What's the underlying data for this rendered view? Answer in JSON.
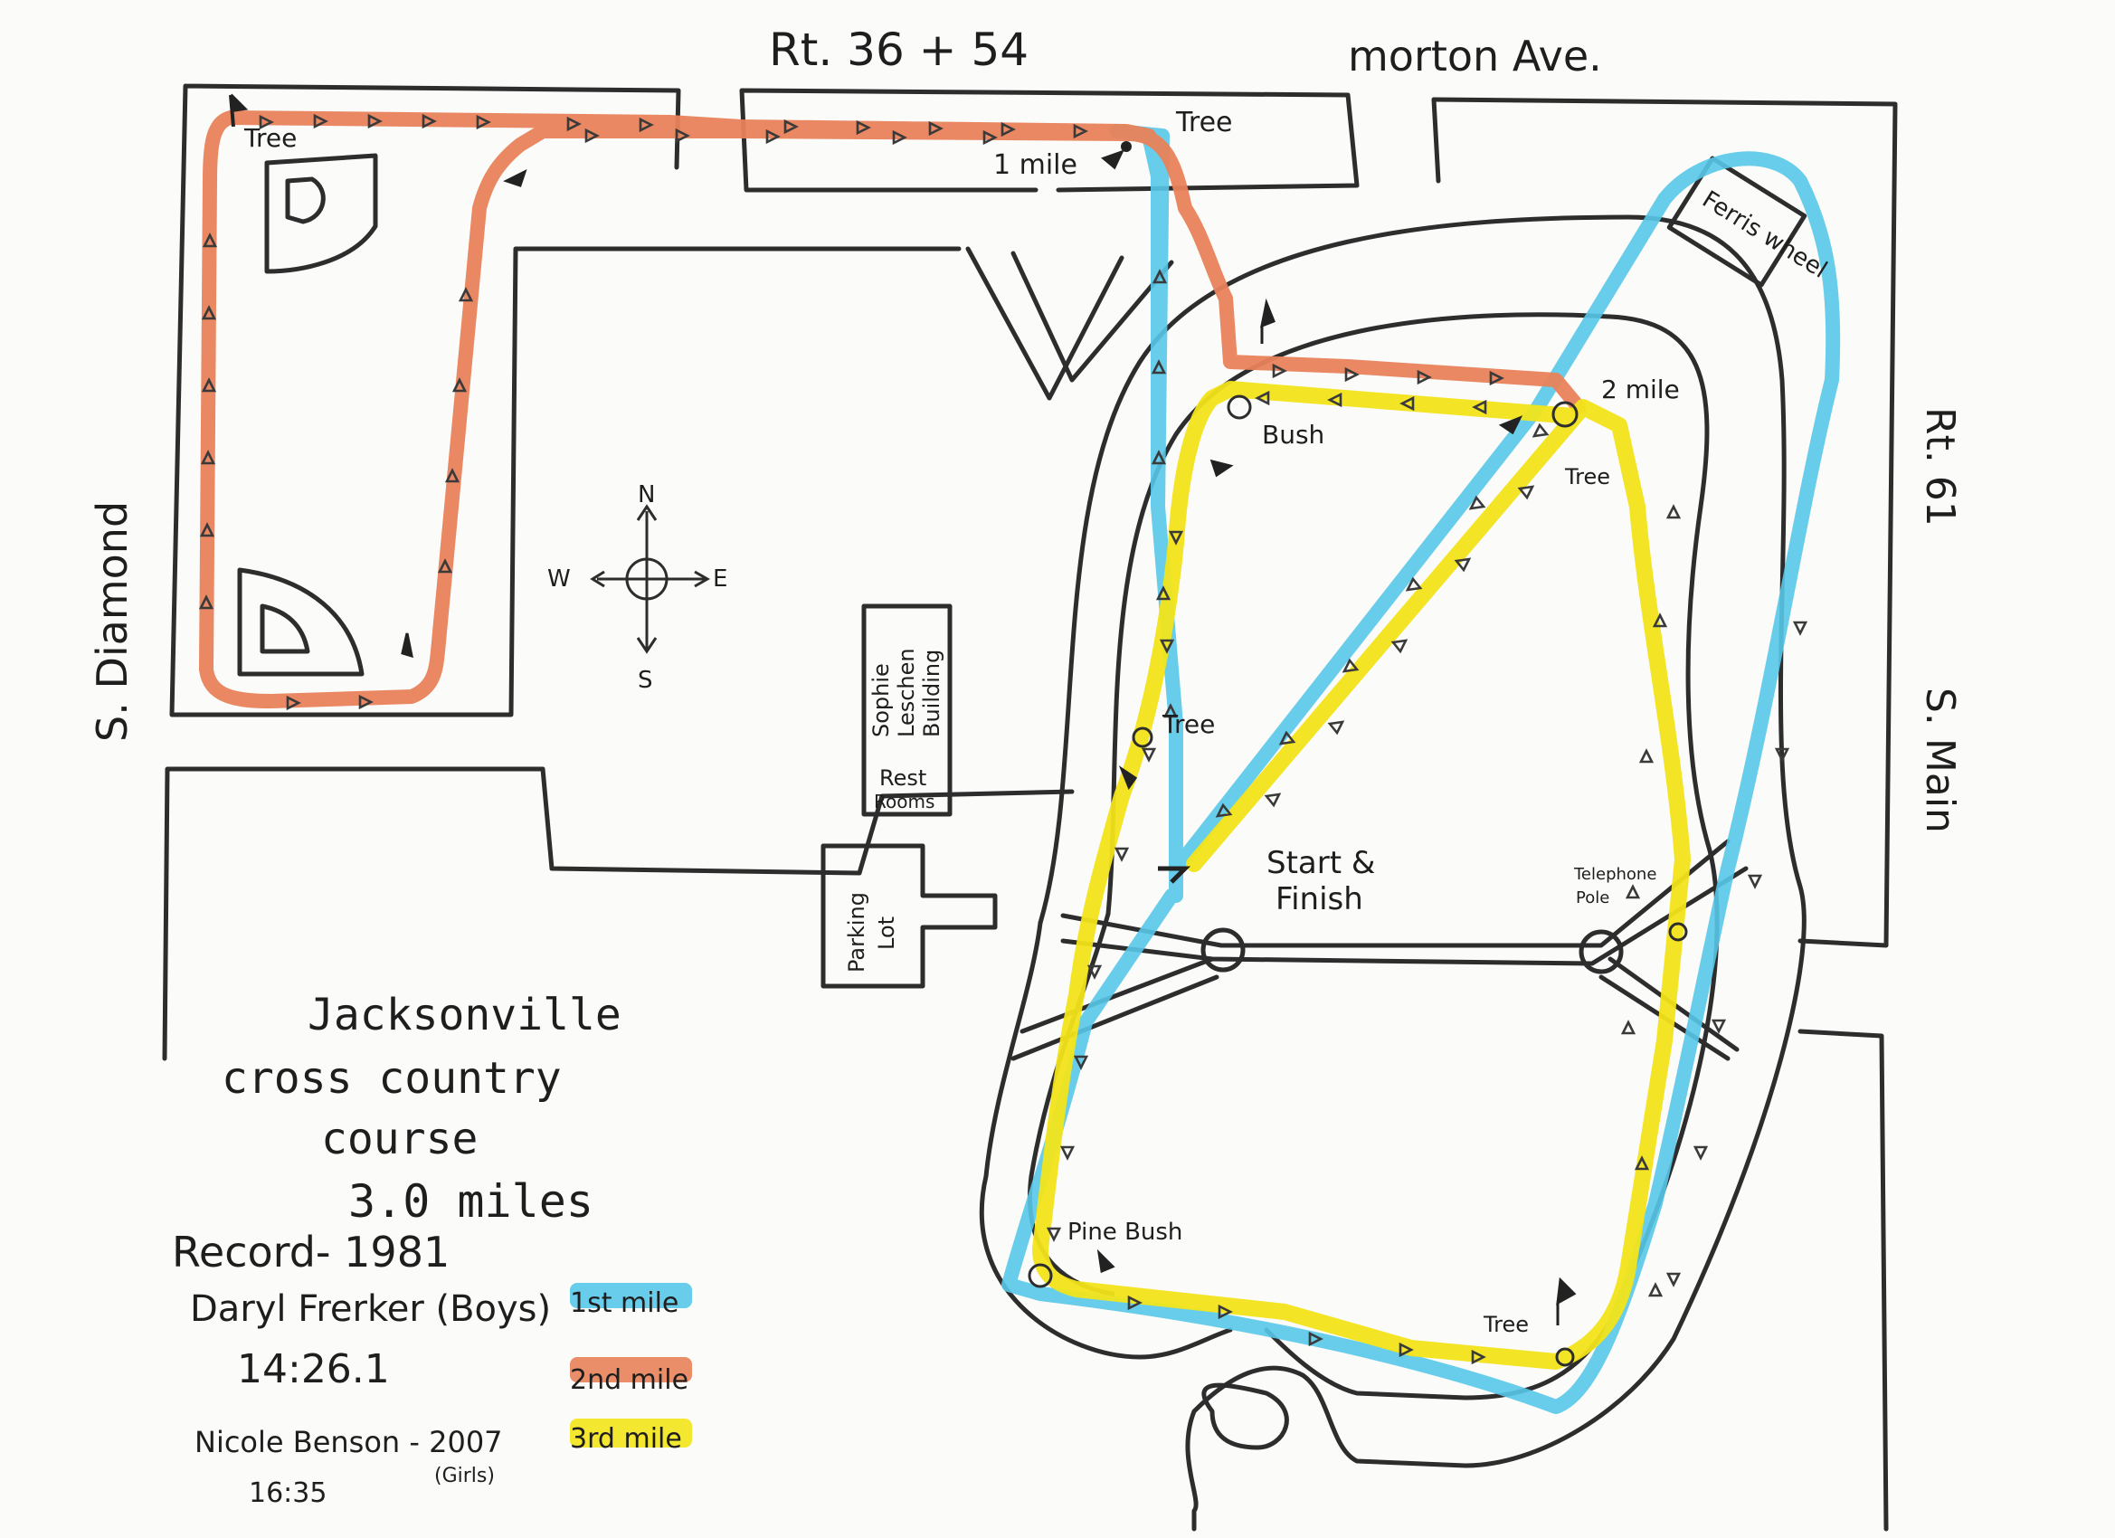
{
  "title": {
    "line1": "Jacksonville",
    "line2": "cross country",
    "line3": "course",
    "line4": "3.0 miles"
  },
  "record": {
    "heading": "Record- 1981",
    "boys_name": "Daryl Frerker (Boys)",
    "boys_time": "14:26.1",
    "girls_name": "Nicole Benson - 2007",
    "girls_label": "(Girls)",
    "girls_time": "16:35"
  },
  "legend": {
    "items": [
      {
        "label": "1st mile",
        "color": "#58c8e8"
      },
      {
        "label": "2nd mile",
        "color": "#e8825a"
      },
      {
        "label": "3rd mile",
        "color": "#f2e41a"
      }
    ]
  },
  "streets": {
    "north": "Rt. 36 + 54",
    "northeast": "morton Ave.",
    "west": "S. Diamond",
    "east_upper": "Rt. 61",
    "east_lower": "S. Main"
  },
  "landmarks": {
    "tree_nw": "Tree",
    "tree_north": "Tree",
    "one_mile": "1 mile",
    "ferris": "Ferris wheel",
    "bush": "Bush",
    "two_mile": "2 mile",
    "tree_two": "Tree",
    "tree_west": "Tree",
    "start": "Start &",
    "finish": "Finish",
    "telephone": "Telephone",
    "pole": "Pole",
    "sophie_1": "Sophie",
    "sophie_2": "Leschen",
    "sophie_3": "Building",
    "rest_1": "Rest",
    "rest_2": "Rooms",
    "parking_1": "Parking",
    "parking_2": "Lot",
    "pine_bush": "Pine Bush",
    "tree_south": "Tree"
  },
  "compass": {
    "n": "N",
    "s": "S",
    "e": "E",
    "w": "W"
  }
}
